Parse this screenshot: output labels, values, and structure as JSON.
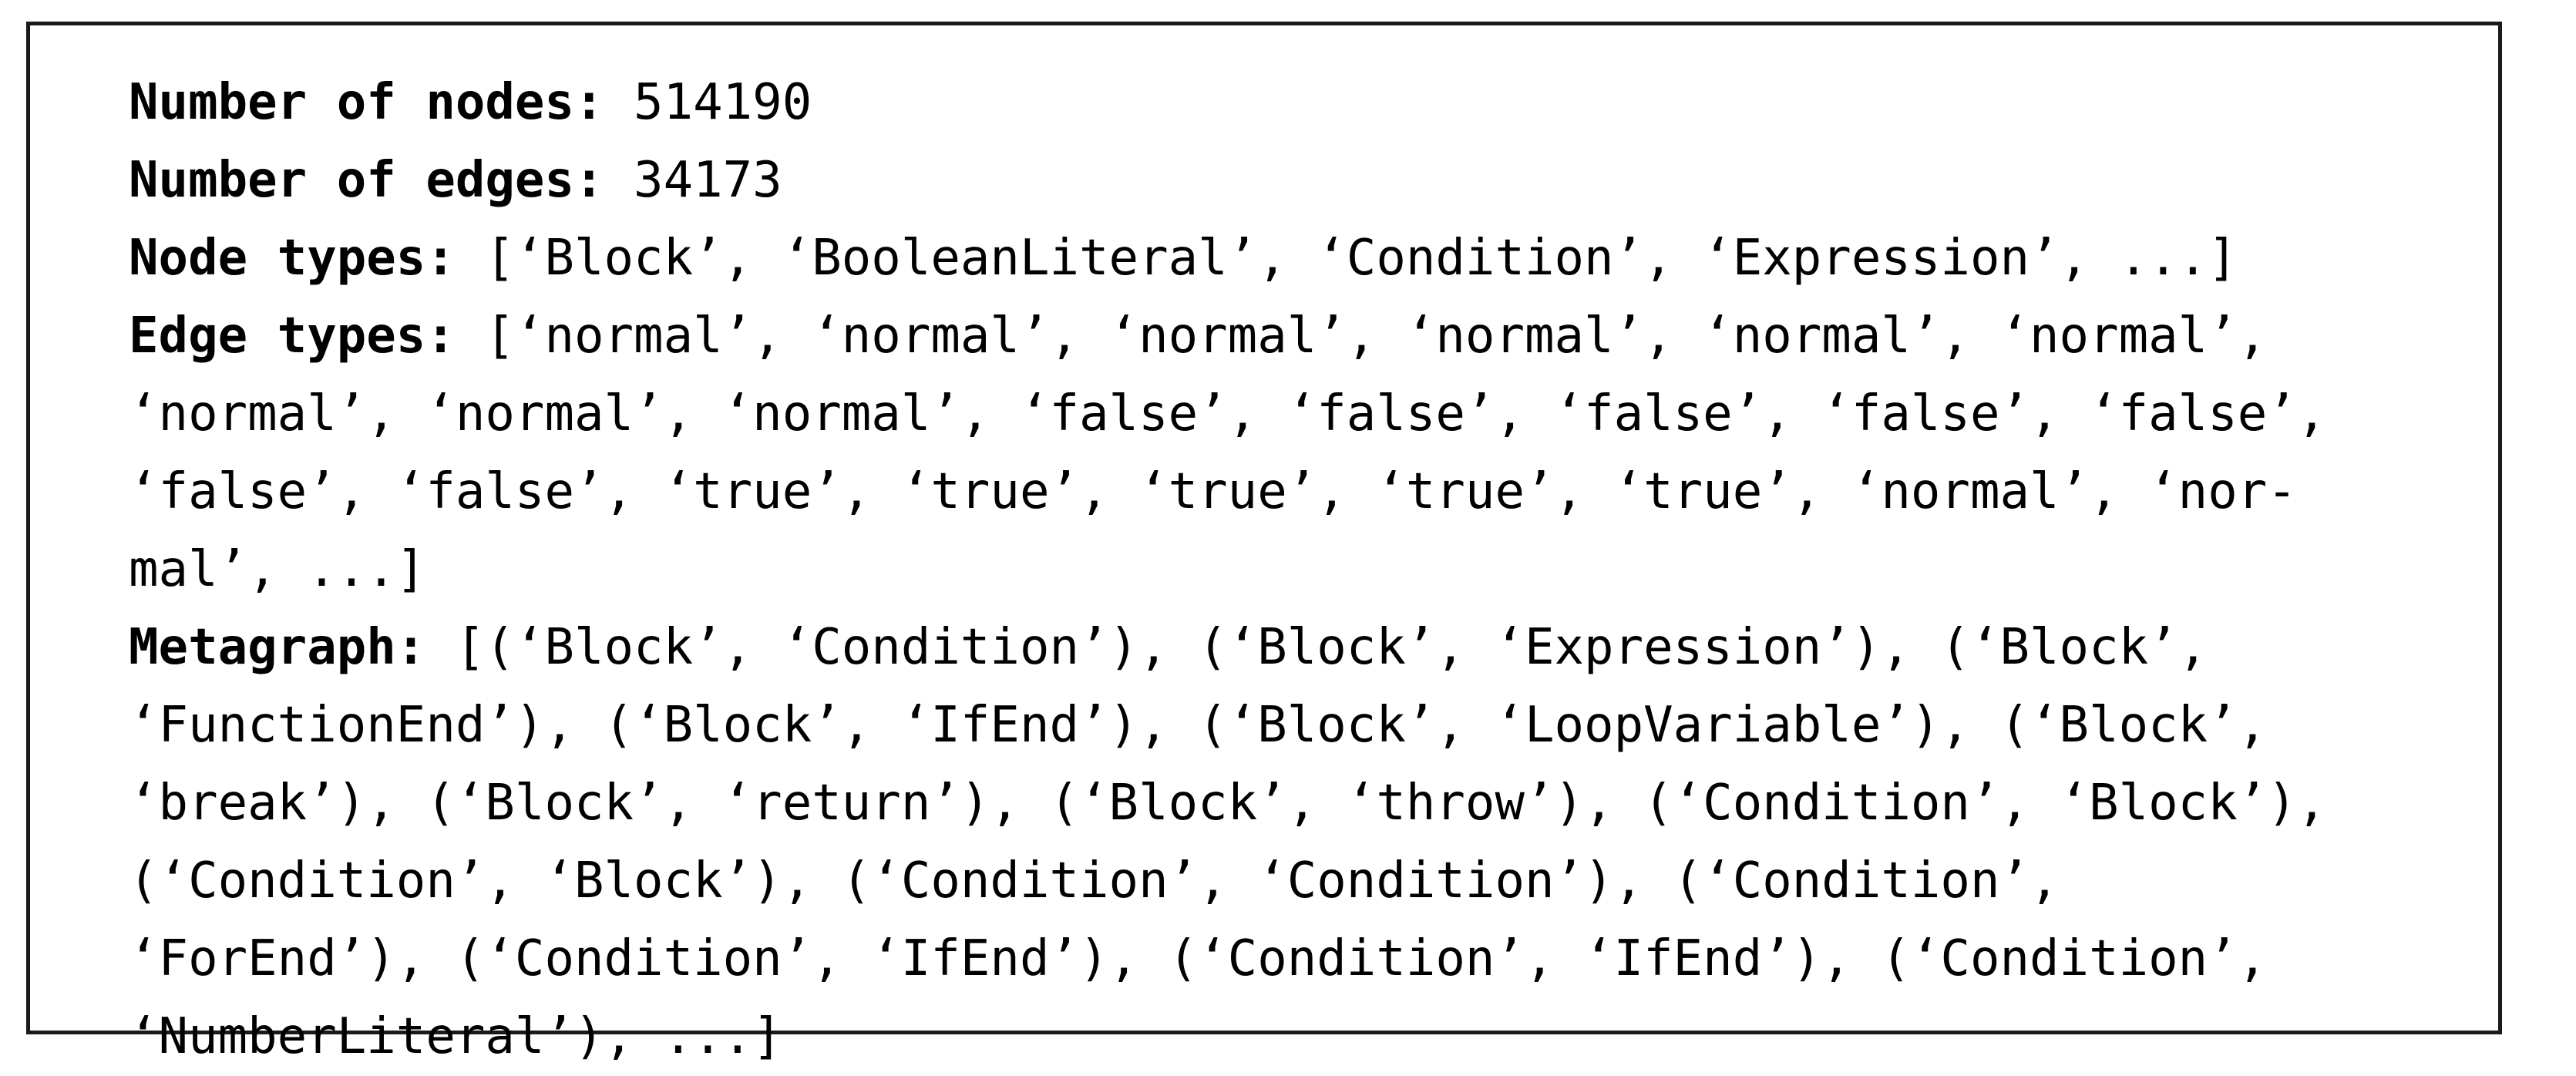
{
  "stats": {
    "nodes_label": "Number of nodes:",
    "nodes_value": "514190",
    "edges_label": "Number of edges:",
    "edges_value": "34173"
  },
  "node_types": {
    "label": "Node types:",
    "value": "[‘Block’, ‘BooleanLiteral’, ‘Condition’, ‘Expression’, ...]"
  },
  "edge_types": {
    "label": "Edge types:",
    "line1": "[‘normal’, ‘normal’, ‘normal’, ‘normal’, ‘normal’, ‘normal’,",
    "line2": "‘normal’, ‘normal’, ‘normal’, ‘false’, ‘false’, ‘false’, ‘false’, ‘false’,",
    "line3": "‘false’, ‘false’, ‘true’, ‘true’, ‘true’, ‘true’, ‘true’, ‘normal’, ‘nor-",
    "line4": "mal’, ...]"
  },
  "metagraph": {
    "label": "Metagraph:",
    "line1": "[(‘Block’, ‘Condition’), (‘Block’, ‘Expression’), (‘Block’,",
    "line2": "‘FunctionEnd’), (‘Block’, ‘IfEnd’), (‘Block’, ‘LoopVariable’), (‘Block’,",
    "line3": "‘break’), (‘Block’, ‘return’), (‘Block’, ‘throw’), (‘Condition’, ‘Block’),",
    "line4": "(‘Condition’, ‘Block’), (‘Condition’, ‘Condition’), (‘Condition’,",
    "line5": "‘ForEnd’), (‘Condition’, ‘IfEnd’), (‘Condition’, ‘IfEnd’), (‘Condition’,",
    "line6": "‘NumberLiteral’), ...]"
  }
}
